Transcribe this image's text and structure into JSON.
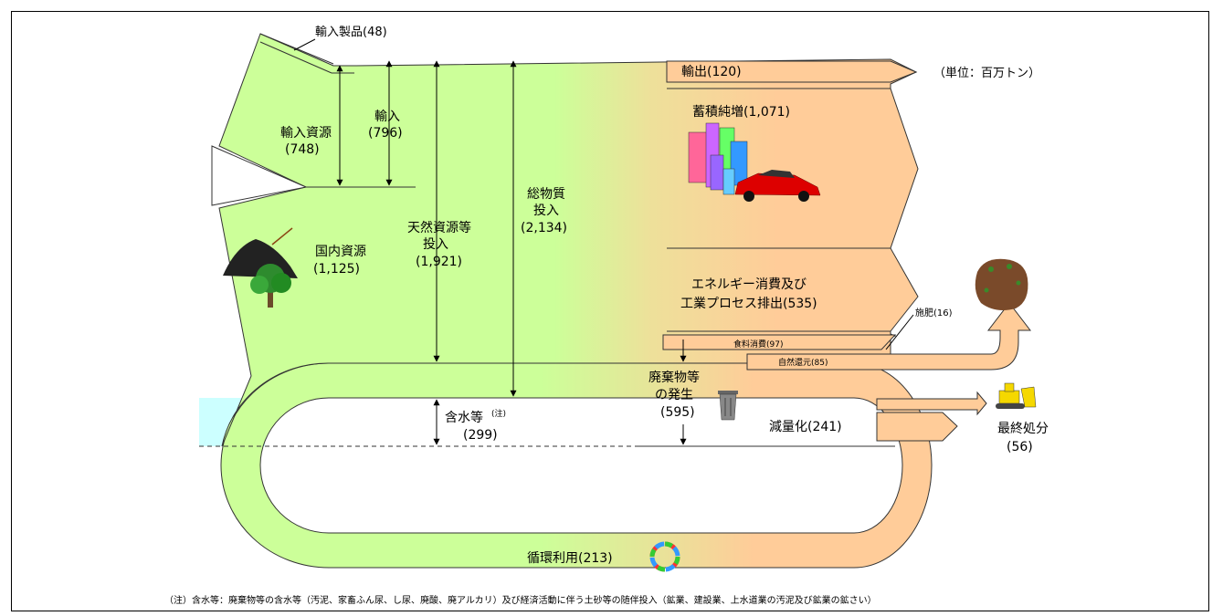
{
  "unit_note": "（単位：百万トン）",
  "labels": {
    "import_products": "輸入製品(48)",
    "import_resources": "輸入資源",
    "import_resources_value": "(748)",
    "import": "輸入",
    "import_value": "(796)",
    "natural_resources_input": "天然資源等",
    "natural_resources_input_2": "投入",
    "natural_resources_input_value": "(1,921)",
    "total_material_input": "総物質",
    "total_material_input_2": "投入",
    "total_material_input_value": "(2,134)",
    "domestic_resources": "国内資源",
    "domestic_resources_value": "(1,125)",
    "water_content": "含水等",
    "water_content_note": "(注)",
    "water_content_value": "(299)",
    "export": "輸出(120)",
    "net_accumulation": "蓄積純増(1,071)",
    "energy_consumption": "エネルギー消費及び",
    "energy_consumption_2": "工業プロセス排出(535)",
    "fertilizer": "施肥(16)",
    "food_consumption": "食料消費(97)",
    "natural_return": "自然還元(85)",
    "waste_generation": "廃棄物等",
    "waste_generation_2": "の発生",
    "waste_generation_value": "(595)",
    "reduction": "減量化(241)",
    "final_disposal": "最終処分",
    "final_disposal_value": "(56)",
    "recycling": "循環利用(213)"
  },
  "footnote": "（注）含水等：廃棄物等の含水等（汚泥、家畜ふん尿、し尿、廃酸、廃アルカリ）及び経済活動に伴う土砂等の随伴投入（鉱業、建設業、上水道業の汚泥及び鉱業の鉱さい）",
  "colors": {
    "input_green": "#ccff99",
    "output_peach": "#ffcc99",
    "water_cyan": "#ccffff",
    "loop_green": "#ccff99"
  },
  "icons": [
    "coal-pile-icon",
    "tree-icon",
    "buildings-icon",
    "car-icon",
    "trash-can-icon",
    "soil-icon",
    "bulldozer-icon",
    "recycle-icon"
  ]
}
